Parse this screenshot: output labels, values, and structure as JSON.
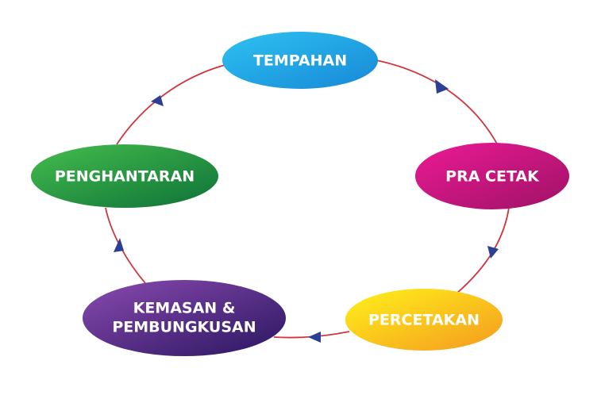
{
  "diagram": {
    "type": "cycle",
    "nodes": [
      {
        "id": "tempahan",
        "label": "TEMPAHAN"
      },
      {
        "id": "pra-cetak",
        "label": "PRA CETAK"
      },
      {
        "id": "percetakan",
        "label": "PERCETAKAN"
      },
      {
        "id": "kemasan",
        "label_line1": "KEMASAN &",
        "label_line2": "PEMBUNGKUSAN"
      },
      {
        "id": "penghantaran",
        "label": "PENGHANTARAN"
      }
    ],
    "colors": {
      "connector": "#d0353d",
      "arrow": "#2b3f94",
      "tempahan": [
        "#1fb6ee",
        "#1a8fd8"
      ],
      "pra_cetak": [
        "#e6158f",
        "#a8126b"
      ],
      "percetakan": [
        "#ffe60f",
        "#f7a01e"
      ],
      "kemasan": [
        "#7e3fa0",
        "#2a1660"
      ],
      "penghantaran": [
        "#3bb54a",
        "#0f7a3a"
      ]
    }
  }
}
